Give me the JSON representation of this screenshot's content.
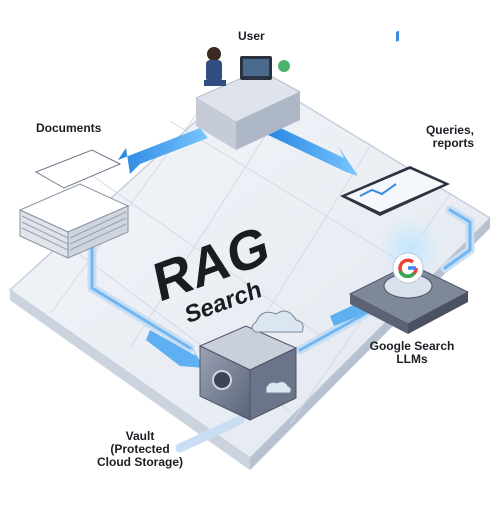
{
  "title": {
    "line1": "RAG",
    "line2": "Search"
  },
  "labels": {
    "user": "User",
    "documents": "Documents",
    "queries": [
      "Queries,",
      "reports"
    ],
    "google": [
      "Google Search",
      "LLMs"
    ],
    "vault": [
      "Vault",
      "(Protected",
      "Cloud Storage)"
    ]
  },
  "icons": {
    "search_engine": "google-g-icon",
    "storage": "cloud-icon",
    "vault": "safe-icon"
  },
  "colors": {
    "platform": "#e9edf3",
    "platform_edge": "#c7cfdb",
    "flow_arrow": "#2f8fe8",
    "pipe": "#9fc9ef",
    "title": "#1a1c22"
  }
}
